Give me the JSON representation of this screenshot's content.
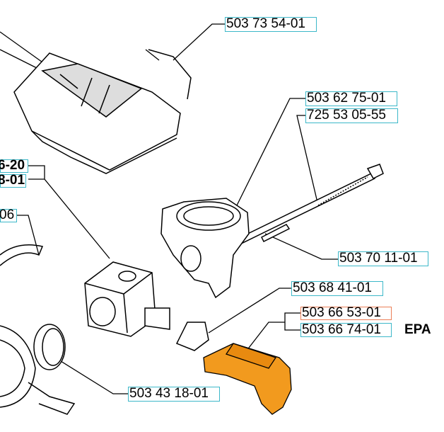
{
  "labels": {
    "air_filter_cover": "503 73 54-01",
    "cylinder_part": "503 62 75-01",
    "bolt": "725 53 05-55",
    "left_upper": "6-20",
    "left_lower": "8-01",
    "left_hose": "06",
    "rod": "503 70 11-01",
    "adjuster": "503 68 41-01",
    "plate": "503 66 53-01",
    "plate_epa": "503 66 74-01",
    "epa_suffix": "EPA",
    "gasket": "503 43 18-01"
  },
  "colors": {
    "label_box": "#3db8c9",
    "highlight_box": "#ec7f57",
    "highlight_part": "#f29a1e"
  }
}
